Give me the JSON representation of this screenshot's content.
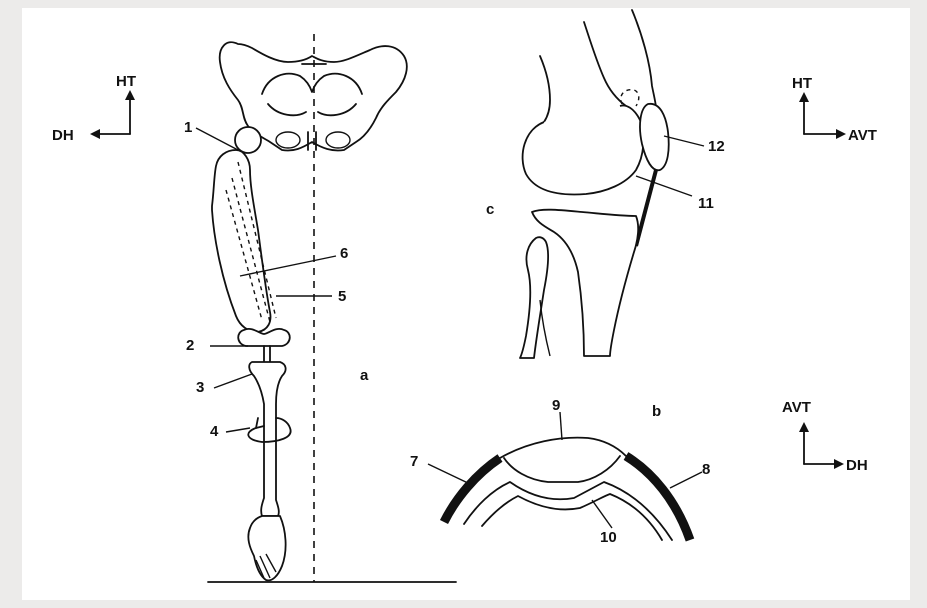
{
  "panels": {
    "a": "a",
    "b": "b",
    "c": "c"
  },
  "numbers": {
    "n1": "1",
    "n2": "2",
    "n3": "3",
    "n4": "4",
    "n5": "5",
    "n6": "6",
    "n7": "7",
    "n8": "8",
    "n9": "9",
    "n10": "10",
    "n11": "11",
    "n12": "12"
  },
  "axes": {
    "a": {
      "up": "HT",
      "side": "DH"
    },
    "c": {
      "up": "HT",
      "side": "AVT"
    },
    "b": {
      "up": "AVT",
      "side": "DH"
    }
  }
}
